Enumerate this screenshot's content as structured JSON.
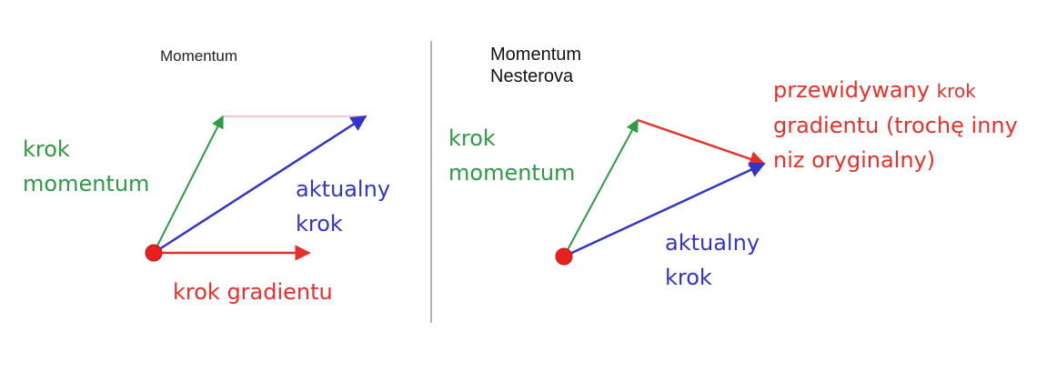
{
  "left_panel": {
    "title": "Momentum",
    "labels": {
      "momentum_line1": "krok",
      "momentum_line2": "momentum",
      "actual_line1": "aktualny",
      "actual_line2": "krok",
      "gradient": "krok gradientu"
    }
  },
  "right_panel": {
    "title_line1": "Momentum",
    "title_line2": "Nesterova",
    "labels": {
      "momentum_line1": "krok",
      "momentum_line2": "momentum",
      "actual_line1": "aktualny",
      "actual_line2": "krok",
      "predicted_line1_a": "przewidywany",
      "predicted_line1_b": "krok",
      "predicted_line2": "gradientu (trochę inny",
      "predicted_line3": "niz oryginalny)"
    }
  },
  "colors": {
    "momentum": "#2f9a45",
    "actual": "#3434c8",
    "gradient": "#e8302b",
    "point": "#e8201e",
    "divider": "#b5b5b5"
  }
}
